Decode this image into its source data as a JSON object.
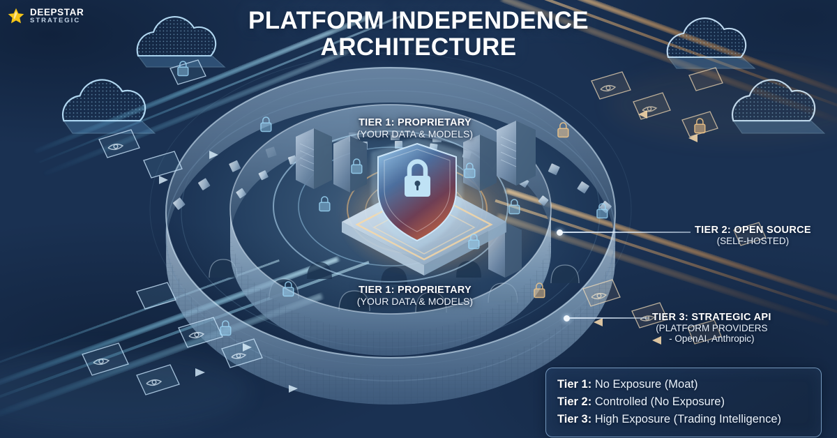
{
  "brand": {
    "name_line1": "DEEPSTAR",
    "name_line2": "STRATEGIC",
    "star_icon": "star-icon",
    "star_color": "#f5c518"
  },
  "title": {
    "line1": "PLATFORM INDEPENDENCE",
    "line2": "ARCHITECTURE"
  },
  "diagram": {
    "type": "concentric-fortress-architecture",
    "center": {
      "icon": "shield-lock-icon",
      "description": "Shield with padlock on glowing platform at fortress core"
    },
    "on_art_labels": [
      {
        "heading": "TIER 1: PROPRIETARY",
        "subtext": "(YOUR DATA & MODELS)"
      },
      {
        "heading": "TIER 1: PROPRIETARY",
        "subtext": "(YOUR DATA & MODELS)"
      }
    ],
    "callouts": [
      {
        "heading": "TIER 2: OPEN SOURCE",
        "subtext": "(SELF-HOSTED)"
      },
      {
        "heading": "TIER 3: STRATEGIC API",
        "subtext_line1": "(PLATFORM PROVIDERS",
        "subtext_line2": "- OpenAI, Anthropic)"
      }
    ],
    "colors": {
      "tier1_core": "#7fc4f2",
      "tier2_walls": "#8fb8d8",
      "tier3_flow": "#f0a855",
      "background_deep": "#152943",
      "background_mid": "#2d5683",
      "accent_cyan": "#6fd2f5",
      "accent_gold": "#f5c518"
    },
    "elements": [
      "wireframe-cloud-icon",
      "dotted-cloud-icon",
      "server-rack",
      "crenellated-wall",
      "arch-gateway",
      "padlock-icon",
      "eye-icon",
      "data-flow-arrow",
      "data-card"
    ]
  },
  "legend": {
    "rows": [
      {
        "label": "Tier 1:",
        "value": "No Exposure (Moat)"
      },
      {
        "label": "Tier 2:",
        "value": "Controlled (No Exposure)"
      },
      {
        "label": "Tier 3:",
        "value": "High Exposure (Trading Intelligence)"
      }
    ]
  }
}
